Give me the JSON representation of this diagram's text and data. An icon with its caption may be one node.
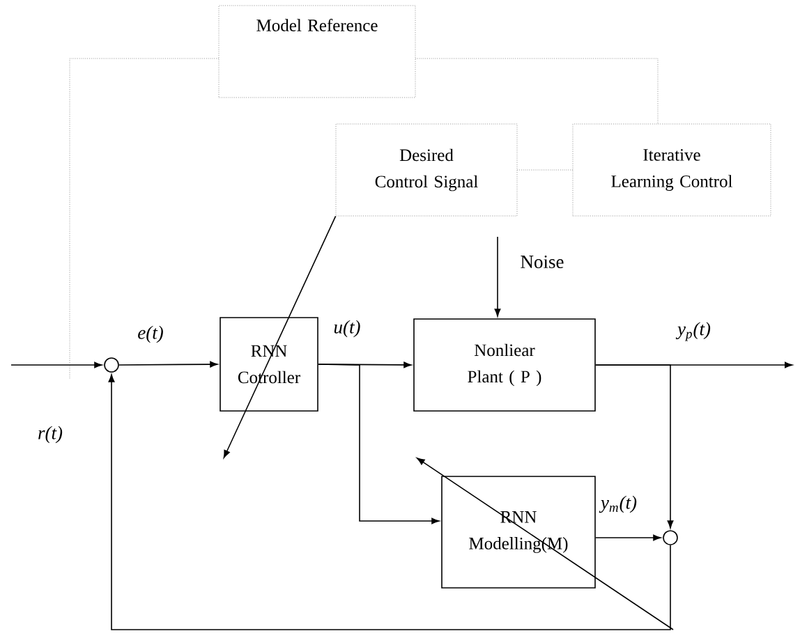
{
  "diagram": {
    "nodes": [
      {
        "text": [
          "Model Reference"
        ]
      },
      {
        "text": [
          "Desired Control Signal"
        ]
      },
      {
        "text": [
          "Iterative Learning Control"
        ]
      },
      {
        "text": [
          "RNN Cotroller"
        ]
      },
      {
        "text": [
          "Nonliear Plant ( P )"
        ]
      },
      {
        "text": [
          "RNN Modelling(M)"
        ]
      },
      {
        "text": [],
        "shape": "circle"
      },
      {
        "text": [],
        "shape": "circle"
      }
    ],
    "edges": [
      {
        "from": null,
        "to": 6,
        "arrow": "to",
        "label": "r(t)"
      },
      {
        "from": 6,
        "to": 3,
        "arrow": "to",
        "label": "e(t)"
      },
      {
        "from": 3,
        "to": 4,
        "arrow": "to",
        "label": "u(t)"
      },
      {
        "from": 3,
        "to": 5,
        "arrow": "to"
      },
      {
        "from": 4,
        "to": null,
        "arrow": "to",
        "label": "y$_{p}$(t)"
      },
      {
        "from": 4,
        "to": 7,
        "arrow": "to"
      },
      {
        "from": 5,
        "to": 7,
        "arrow": "to",
        "label": "y$_{m}$(t)"
      },
      {
        "from": 7,
        "to": 6,
        "arrow": "to"
      },
      {
        "from": null,
        "to": 4,
        "arrow": "to",
        "label": "Noise"
      },
      {
        "from": 0,
        "to": null,
        "arrow": "none",
        "style": "dashed"
      },
      {
        "from": 0,
        "to": 2,
        "arrow": "none",
        "style": "dashed"
      },
      {
        "from": 1,
        "to": 2,
        "arrow": "none",
        "style": "dashed"
      },
      {
        "from": 1,
        "to": null,
        "arrow": "to"
      }
    ]
  }
}
